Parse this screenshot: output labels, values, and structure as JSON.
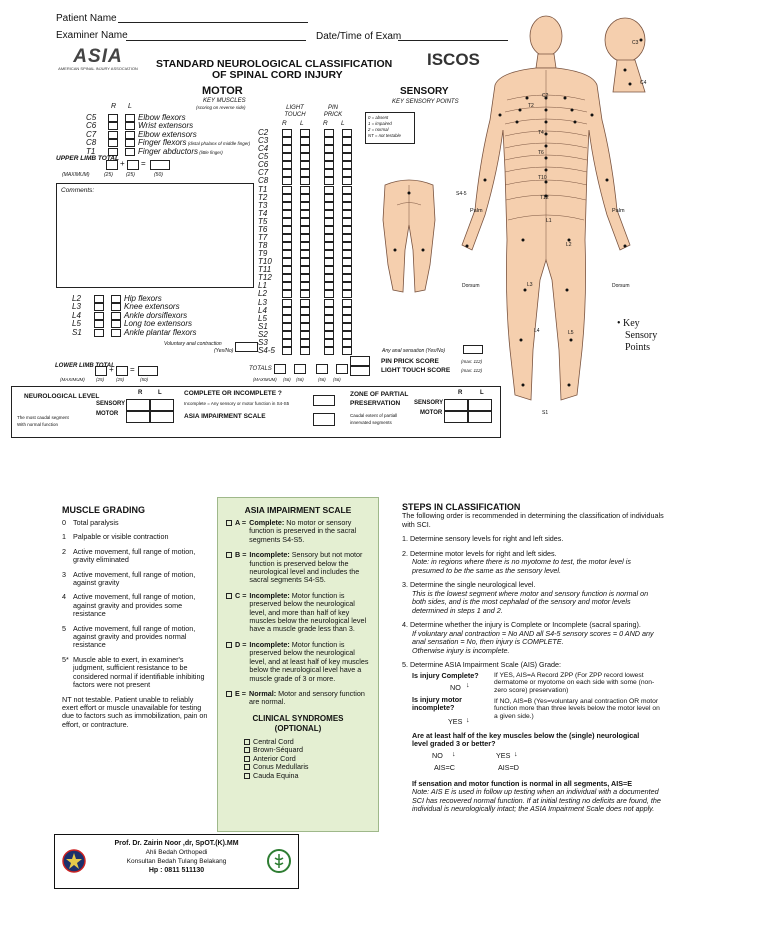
{
  "header": {
    "patient_name_label": "Patient Name",
    "examiner_name_label": "Examiner Name",
    "date_time_label": "Date/Time of Exam",
    "asia_logo": "ASIA",
    "asia_subtitle": "AMERICAN SPINAL INJURY ASSOCIATION",
    "title_line1": "STANDARD NEUROLOGICAL CLASSIFICATION",
    "title_line2": "OF SPINAL CORD INJURY",
    "iscos_logo": "ISCOS"
  },
  "motor": {
    "title": "MOTOR",
    "subtitle": "KEY MUSCLES",
    "subnote": "(scoring on reverse side)",
    "col_r": "R",
    "col_l": "L",
    "upper_muscles": [
      {
        "seg": "C5",
        "name": "Elbow flexors"
      },
      {
        "seg": "C6",
        "name": "Wrist extensors"
      },
      {
        "seg": "C7",
        "name": "Elbow extensors"
      },
      {
        "seg": "C8",
        "name": "Finger flexors",
        "note": "(distal phalanx of middle finger)"
      },
      {
        "seg": "T1",
        "name": "Finger abductors",
        "note": "(little finger)"
      }
    ],
    "upper_total_label": "UPPER LIMB TOTAL",
    "maximum_label": "(MAXIMUM)",
    "upper_max": [
      "(25)",
      "(25)",
      "(50)"
    ],
    "comments_label": "Comments:",
    "lower_muscles": [
      {
        "seg": "L2",
        "name": "Hip flexors"
      },
      {
        "seg": "L3",
        "name": "Knee extensors"
      },
      {
        "seg": "L4",
        "name": "Ankle dorsiflexors"
      },
      {
        "seg": "L5",
        "name": "Long toe extensors"
      },
      {
        "seg": "S1",
        "name": "Ankle plantar flexors"
      }
    ],
    "voluntary_anal": "Voluntary anal contraction",
    "yes_no": "(Yes/No)",
    "lower_total_label": "LOWER LIMB TOTAL",
    "lower_max": [
      "(25)",
      "(25)",
      "(50)"
    ]
  },
  "sensory": {
    "title": "SENSORY",
    "subtitle": "KEY SENSORY POINTS",
    "light_touch": "LIGHT TOUCH",
    "pin_prick": "PIN PRICK",
    "col_r": "R",
    "col_l": "L",
    "segments": [
      "C2",
      "C3",
      "C4",
      "C5",
      "C6",
      "C7",
      "C8",
      "T1",
      "T2",
      "T3",
      "T4",
      "T5",
      "T6",
      "T7",
      "T8",
      "T9",
      "T10",
      "T11",
      "T12",
      "L1",
      "L2",
      "L3",
      "L4",
      "L5",
      "S1",
      "S2",
      "S3",
      "S4-5"
    ],
    "legend": [
      "0 = absent",
      "1 = impaired",
      "2 = normal",
      "NT = not testable"
    ],
    "any_anal_sensation": "Any anal sensation (Yes/No)",
    "totals_label": "TOTALS",
    "totals_max": [
      "(MAXIMUM)",
      "(56)",
      "(56)",
      "(56)",
      "(56)"
    ],
    "pin_prick_score": "PIN PRICK SCORE",
    "pin_prick_max": "(max: 112)",
    "light_touch_score": "LIGHT TOUCH SCORE",
    "light_touch_max": "(max: 112)",
    "key_points_label": [
      "• Key",
      "Sensory",
      "Points"
    ],
    "body_labels": {
      "palm": "Palm",
      "dorsum": "Dorsum",
      "c2": "C2",
      "c3": "C3",
      "c4": "C4",
      "t2": "T2",
      "t4": "T4",
      "t6": "T6",
      "t10": "T10",
      "t12": "T12",
      "l1": "L1",
      "l2": "L2",
      "l3": "L3",
      "l4": "L4",
      "l5": "L5",
      "s1": "S1",
      "s45": "S4-5"
    }
  },
  "summary": {
    "neuro_level_title": "NEUROLOGICAL LEVEL",
    "neuro_level_note1": "The most caudal segment",
    "neuro_level_note2": "With normal function",
    "sensory": "SENSORY",
    "motor": "MOTOR",
    "r": "R",
    "l": "L",
    "complete_title": "COMPLETE OR INCOMPLETE ?",
    "complete_note": "Incomplete = Any sensory or motor function in S4-S5",
    "asia_scale_label": "ASIA IMPAIRMENT SCALE",
    "zpp_title1": "ZONE OF PARTIAL",
    "zpp_title2": "PRESERVATION",
    "zpp_note1": "Caudal extent of partiall",
    "zpp_note2": "innervated segments"
  },
  "muscle_grading": {
    "title": "MUSCLE GRADING",
    "items": [
      {
        "k": "0",
        "t": "Total paralysis"
      },
      {
        "k": "1",
        "t": "Palpable or visible contraction"
      },
      {
        "k": "2",
        "t": "Active movement, full range of motion, gravity eliminated"
      },
      {
        "k": "3",
        "t": "Active movement, full range of motion, against gravity"
      },
      {
        "k": "4",
        "t": "Active movement, full range of motion, against gravity and provides some resistance"
      },
      {
        "k": "5",
        "t": "Active movement, full range of motion, against gravity and provides normal resistance"
      },
      {
        "k": "5*",
        "t": "Muscle able to exert, in examiner's judgment, sufficient resistance to be considered normal if identifiable inhibiting factors were not present"
      }
    ],
    "nt": "NT not testable. Patient unable to reliably exert effort or muscle unavailable for testing due to factors such as immobilization, pain on effort, or contracture."
  },
  "asia_scale": {
    "title": "ASIA IMPAIRMENT SCALE",
    "items": [
      {
        "k": "A",
        "name": "Complete:",
        "t": "No motor or sensory function is preserved in the sacral segments S4-S5."
      },
      {
        "k": "B",
        "name": "Incomplete:",
        "t": "Sensory but not motor function is preserved below the neurological level and includes the sacral segments S4-S5."
      },
      {
        "k": "C",
        "name": "Incomplete:",
        "t": "Motor function is preserved below the neurological level, and more than half of key muscles below the neurological level have a muscle grade less than 3."
      },
      {
        "k": "D",
        "name": "Incomplete:",
        "t": "Motor function is preserved below the neurological level, and at least half of key muscles below the neurological level have a muscle grade of 3 or more."
      },
      {
        "k": "E",
        "name": "Normal:",
        "t": "Motor and sensory function are normal."
      }
    ],
    "syndromes_title1": "CLINICAL SYNDROMES",
    "syndromes_title2": "(OPTIONAL)",
    "syndromes": [
      "Central Cord",
      "Brown-Séquard",
      "Anterior Cord",
      "Conus Medullaris",
      "Cauda Equina"
    ]
  },
  "steps": {
    "title": "STEPS IN CLASSIFICATION",
    "intro": "The following order is recommended in determining the classification of individuals with SCI.",
    "s1": "1. Determine sensory levels for right and left sides.",
    "s2": "2. Determine motor levels for right and left sides.",
    "s2n": "Note: in regions where there is no myotome to test, the motor level is presumed to be the same as the sensory level.",
    "s3": "3. Determine the single neurological level.",
    "s3n": "This is the lowest segment where motor and sensory function is normal on both sides, and is the most cephalad of the sensory and motor levels determined in steps 1 and 2.",
    "s4": "4. Determine whether the injury is Complete or Incomplete (sacral sparing).",
    "s4n1": "If voluntary anal contraction = No AND all S4-5 sensory scores = 0 AND any anal sensation = No, then injury is COMPLETE.",
    "s4n2": "Otherwise injury is incomplete.",
    "s5": "5. Determine ASIA Impairment Scale (AIS) Grade:",
    "q1": "Is injury Complete?",
    "a1": "If YES, AIS=A Record ZPP (For ZPP record lowest dermatome or myotome on each side with some (non-zero score) preservation)",
    "no": "NO",
    "yes": "YES",
    "q2": "Is injury motor incomplete?",
    "a2": "If NO, AIS=B (Yes=voluntary anal contraction OR motor function more than three levels below the motor level on a given side.)",
    "q3": "Are at least half of the key muscles below the (single) neurological level graded 3 or better?",
    "aisc": "AIS=C",
    "aisd": "AIS=D",
    "final": "If sensation and motor function is normal in all segments, AIS=E",
    "finaln": "Note: AIS E is used in follow up testing when an individual with a documented SCI has recovered normal function. If at initial testing no deficits are found, the individual is neurologically intact; the ASIA Impairment Scale does not apply."
  },
  "footer": {
    "name": "Prof. Dr. Zairin Noor ,dr, SpOT.(K).MM",
    "role": "Ahli Bedah Orthopedi",
    "clinic": "Konsultan Bedah Tulang Belakang",
    "phone": "Hp : 0811 511130"
  },
  "colors": {
    "skin": "#f5cfae",
    "skin_line": "#7a5440",
    "green": "#e4efd2"
  }
}
